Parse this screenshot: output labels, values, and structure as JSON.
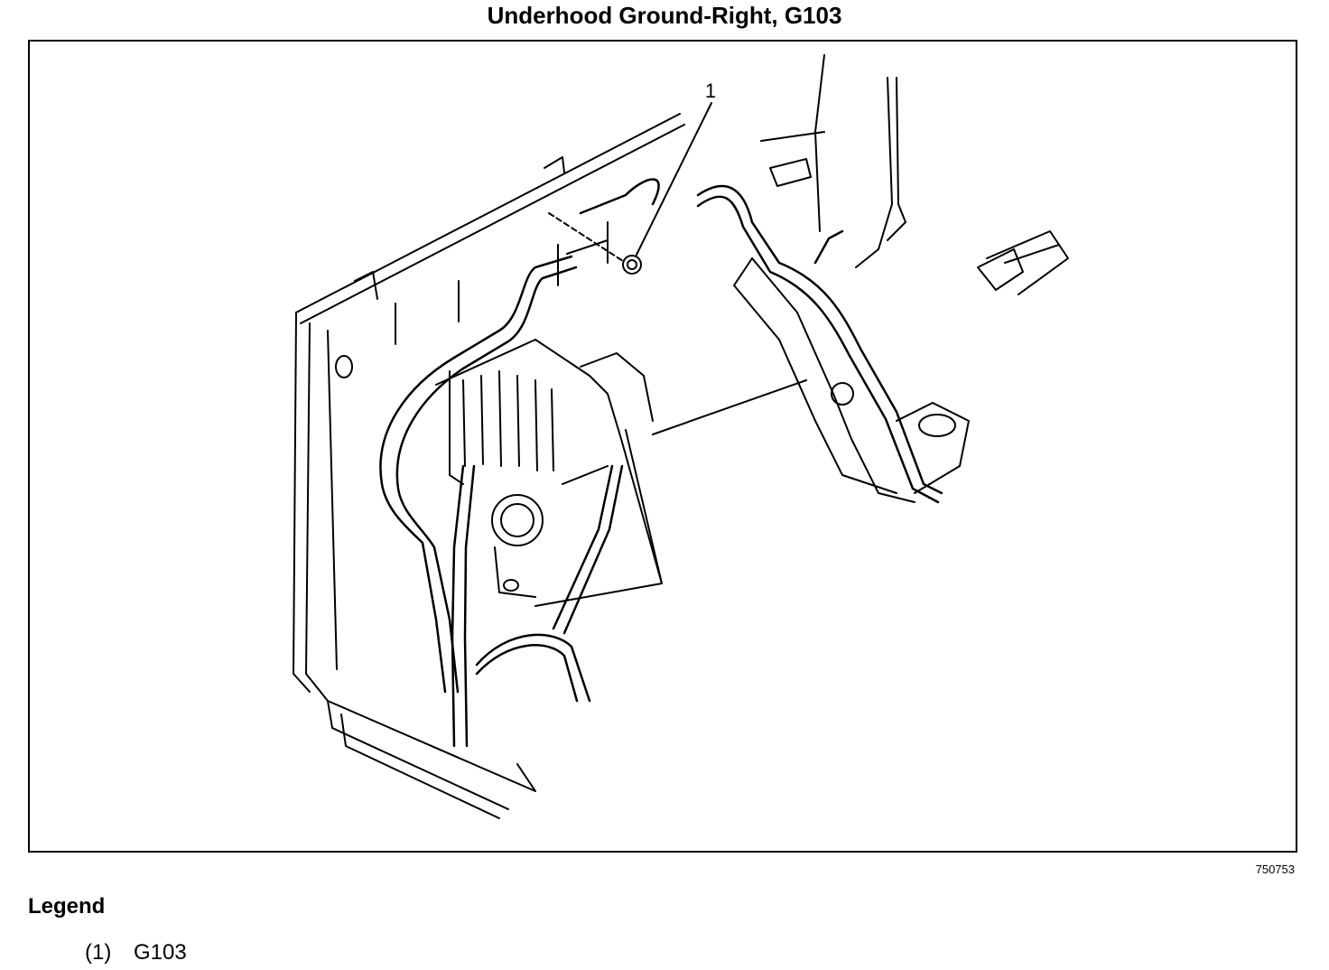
{
  "title": "Underhood Ground-Right, G103",
  "diagram": {
    "callouts": [
      {
        "label": "1",
        "component": "G103 ground bolt"
      }
    ],
    "figure_number": "750753"
  },
  "legend": {
    "heading": "Legend",
    "items": [
      {
        "number": "(1)",
        "text": "G103"
      }
    ]
  },
  "colors": {
    "ink": "#000000",
    "paper": "#ffffff"
  }
}
